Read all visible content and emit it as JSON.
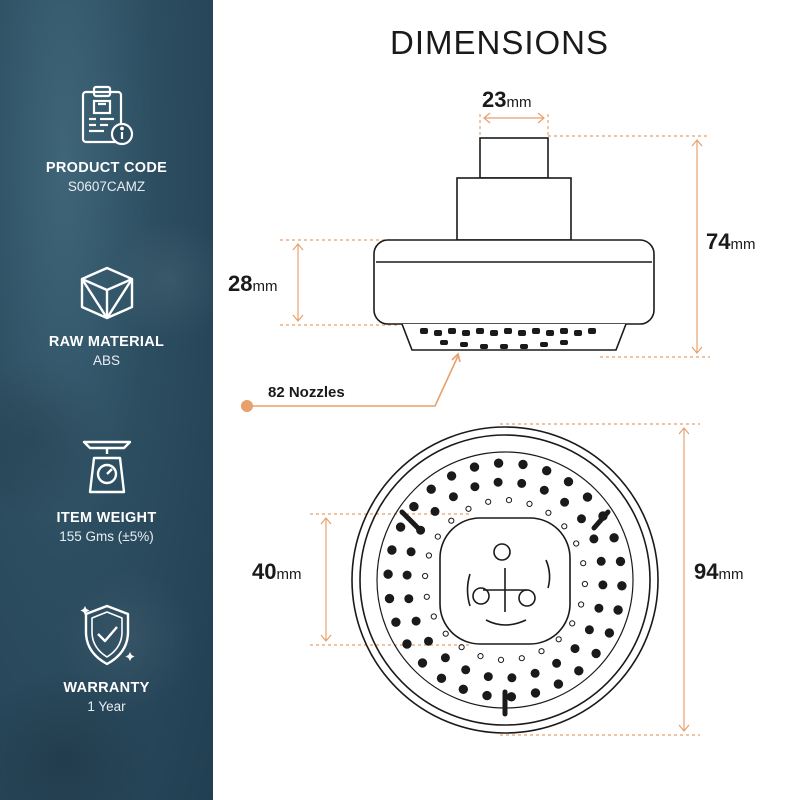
{
  "title": "DIMENSIONS",
  "specs": [
    {
      "label": "PRODUCT CODE",
      "value": "S0607CAMZ",
      "icon": "clipboard-info-icon"
    },
    {
      "label": "RAW MATERIAL",
      "value": "ABS",
      "icon": "cube-icon"
    },
    {
      "label": "ITEM WEIGHT",
      "value": "155 Gms (±5%)",
      "icon": "weighing-scale-icon"
    },
    {
      "label": "WARRANTY",
      "value": "1 Year",
      "icon": "shield-check-icon"
    }
  ],
  "dimensions": {
    "top_width": {
      "value": "23",
      "unit": "mm"
    },
    "total_height": {
      "value": "74",
      "unit": "mm"
    },
    "face_height": {
      "value": "28",
      "unit": "mm"
    },
    "inner_diameter": {
      "value": "40",
      "unit": "mm"
    },
    "outer_diameter": {
      "value": "94",
      "unit": "mm"
    }
  },
  "nozzles_label": "82 Nozzles",
  "colors": {
    "sidebar": "#2c4d60",
    "accent": "#e8a06c",
    "line": "#1a1a1a"
  }
}
